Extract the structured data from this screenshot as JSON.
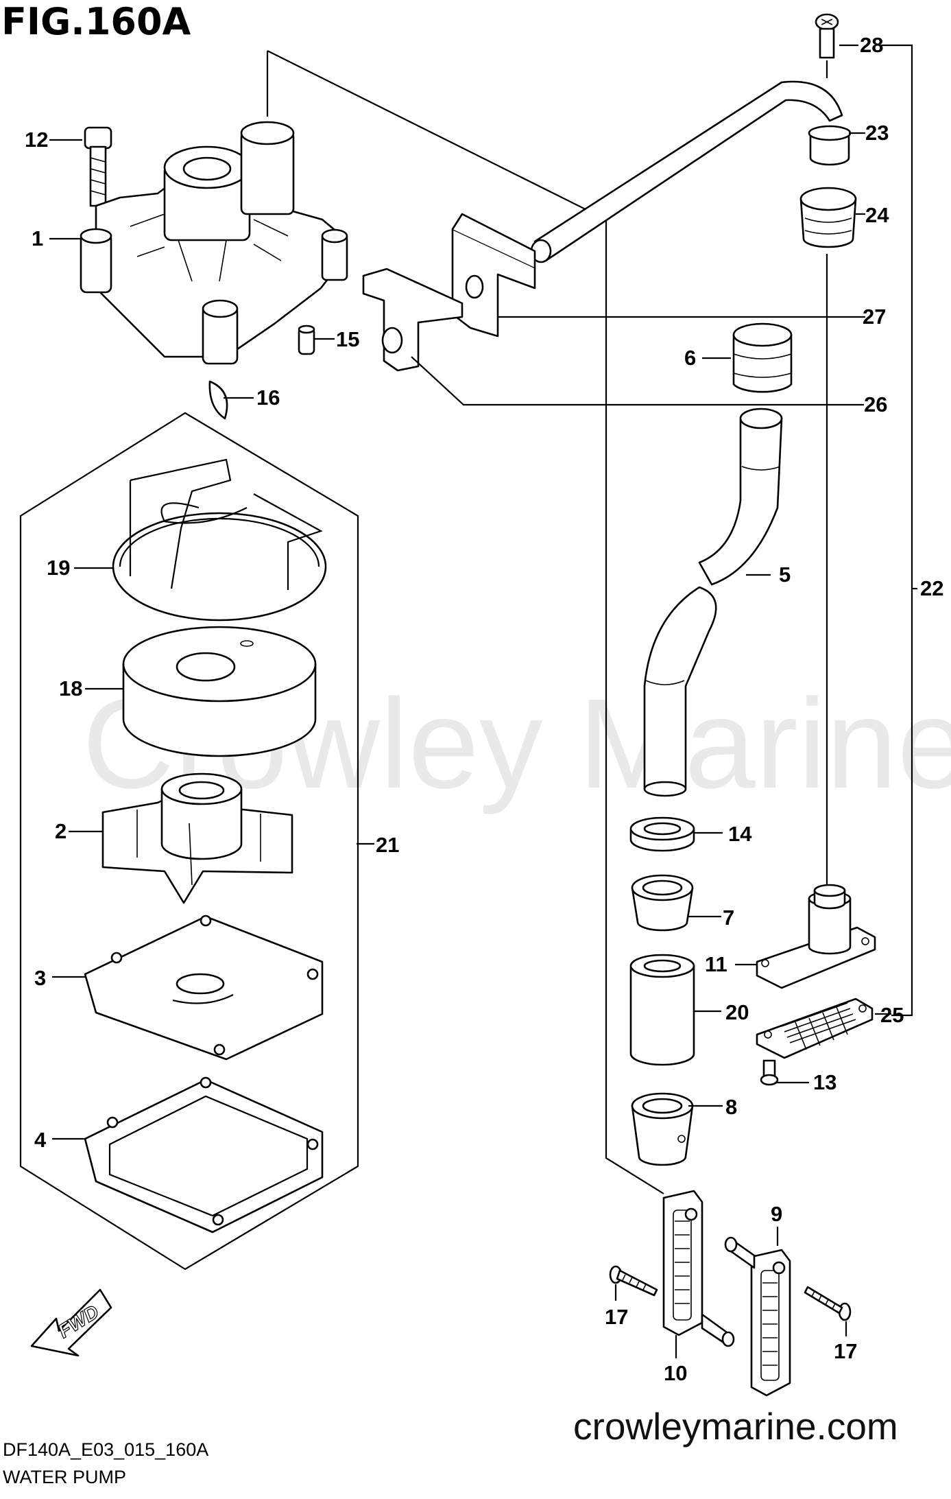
{
  "figure_title": "FIG.160A",
  "watermark": "Crowley Marine",
  "website": "crowleymarine.com",
  "footer": {
    "model_code": "DF140A_E03_015_160A",
    "section_name": "WATER PUMP"
  },
  "fwd_label": "FWD",
  "callouts": {
    "p1": "1",
    "p2": "2",
    "p3": "3",
    "p4": "4",
    "p5": "5",
    "p6": "6",
    "p7": "7",
    "p8": "8",
    "p9": "9",
    "p10": "10",
    "p11": "11",
    "p12": "12",
    "p13": "13",
    "p14": "14",
    "p15": "15",
    "p16": "16",
    "p17a": "17",
    "p17b": "17",
    "p18": "18",
    "p19": "19",
    "p20": "20",
    "p21": "21",
    "p22": "22",
    "p23": "23",
    "p24": "24",
    "p25": "25",
    "p26": "26",
    "p27": "27",
    "p28": "28"
  }
}
